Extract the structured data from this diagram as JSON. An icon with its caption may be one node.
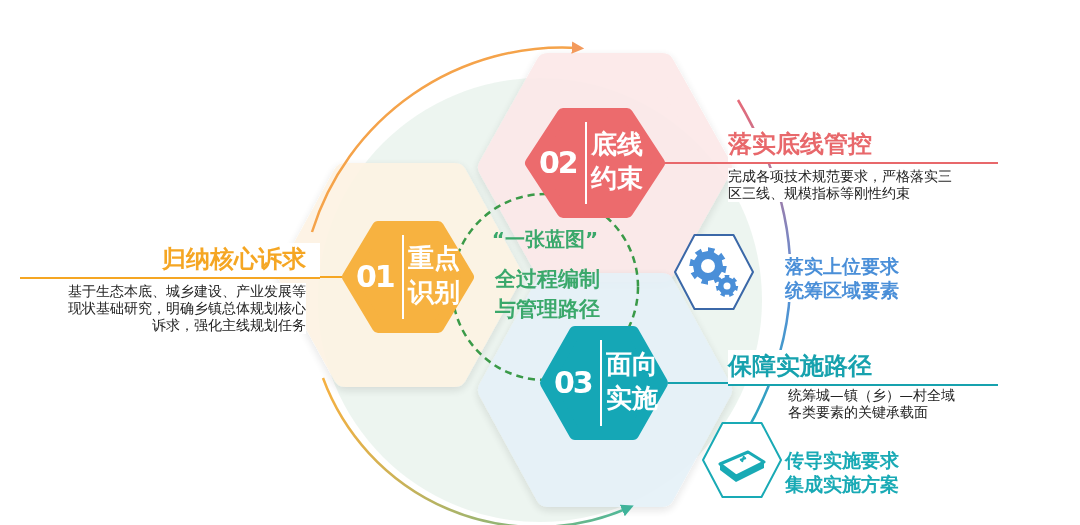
{
  "diagram": {
    "nodes": [
      {
        "text": [
          "01",
          "重点识别"
        ]
      },
      {
        "text": [
          "02",
          "底线约束"
        ]
      },
      {
        "text": [
          "03",
          "面向实施"
        ]
      },
      {
        "text": [
          "“一张蓝图”",
          "全过程编制与管理路径"
        ]
      },
      {
        "text": [
          "落实上位要求统筹区域要素"
        ]
      },
      {
        "text": [
          "传导实施要求集成实施方案"
        ]
      },
      {
        "text": [
          "归纳核心诉求",
          "基于生态本底、城乡建设、产业发展等现状基础研究，明确乡镇总体规划核心诉求，强化主线规划任务"
        ]
      },
      {
        "text": [
          "落实底线管控",
          "完成各项技术规范要求，严格落实三区三线、规模指标等刚性约束"
        ]
      },
      {
        "text": [
          "保障实施路径",
          "统筹城—镇（乡）—村全域各类要素的关键承载面"
        ]
      }
    ],
    "edges": [
      {
        "from": 0,
        "to": 6,
        "arrow": "none",
        "color": "#f5a623"
      },
      {
        "from": 1,
        "to": 7,
        "arrow": "none",
        "color": "#e8686b"
      },
      {
        "from": 2,
        "to": 8,
        "arrow": "none",
        "color": "#17a2ae"
      }
    ]
  }
}
